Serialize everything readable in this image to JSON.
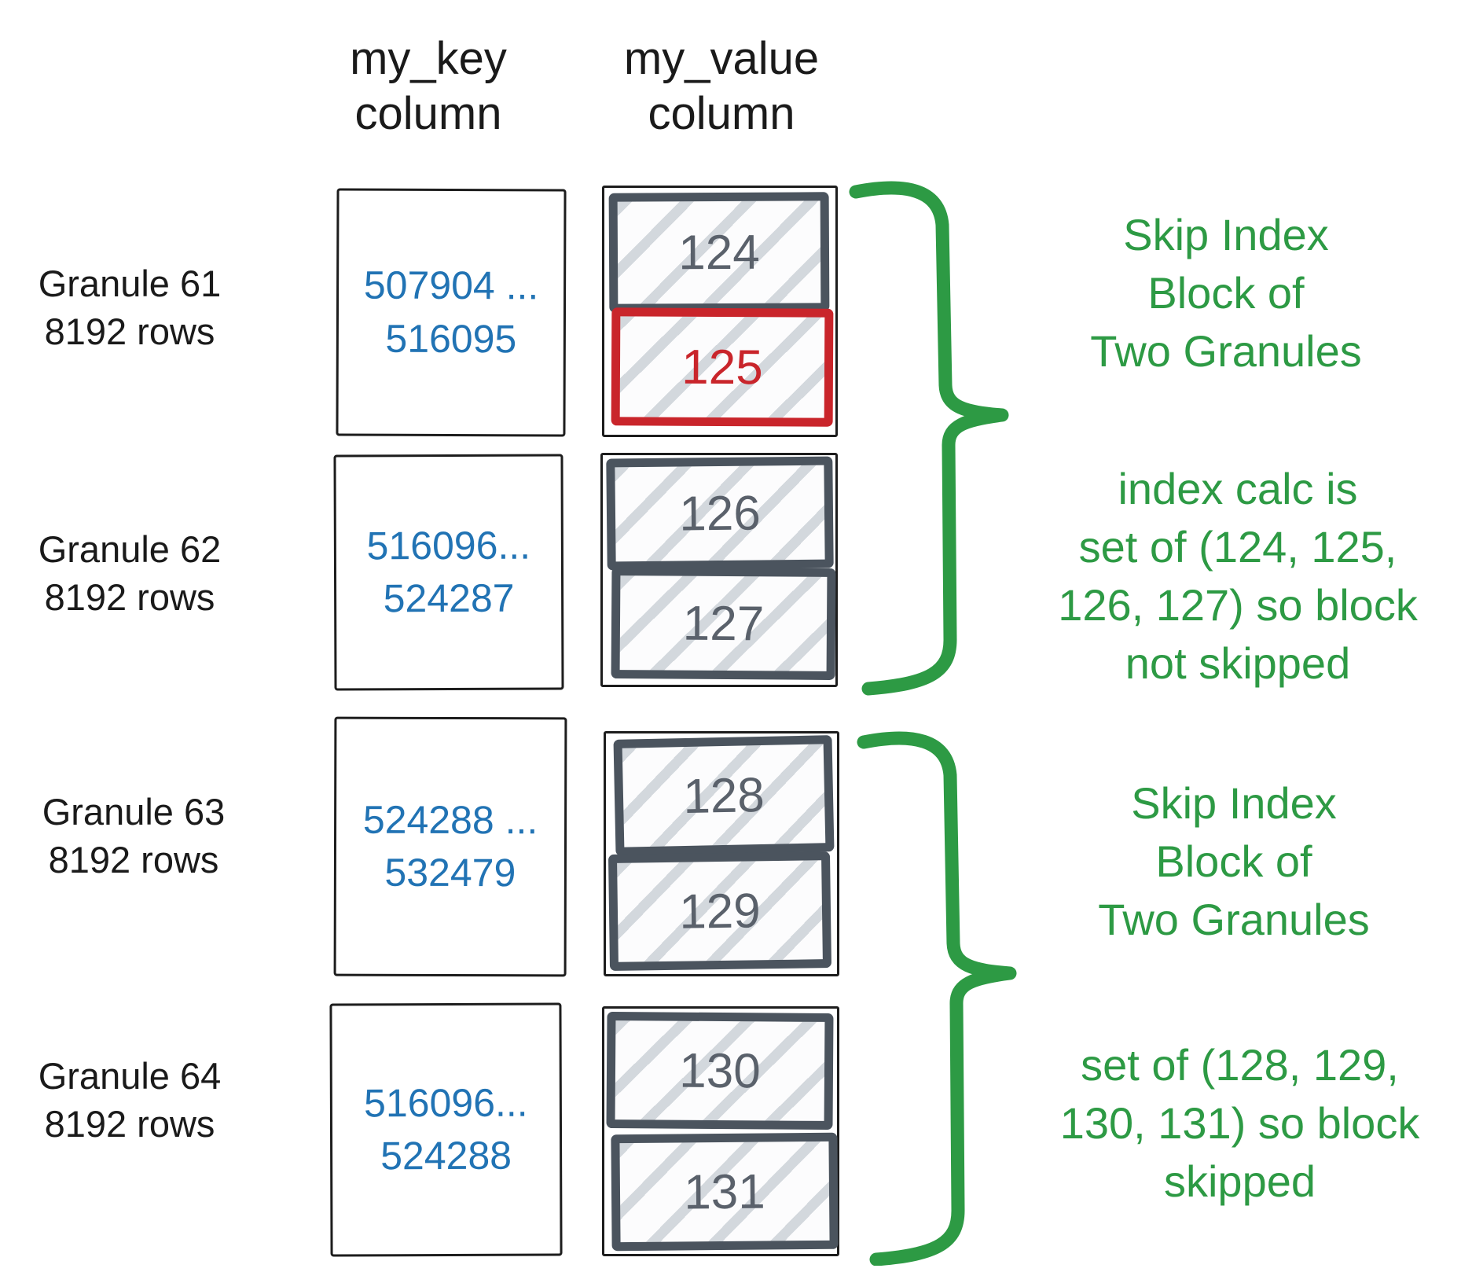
{
  "headers": {
    "key_column": "my_key\ncolumn",
    "value_column": "my_value\ncolumn"
  },
  "granules": [
    {
      "label": "Granule 61",
      "rows": "8192 rows",
      "key_range": "507904 ...\n516095",
      "blocks": [
        {
          "value": "124"
        },
        {
          "value": "125"
        }
      ]
    },
    {
      "label": "Granule 62",
      "rows": "8192 rows",
      "key_range": "516096...\n524287",
      "blocks": [
        {
          "value": "126"
        },
        {
          "value": "127"
        }
      ]
    },
    {
      "label": "Granule 63",
      "rows": "8192 rows",
      "key_range": "524288 ...\n532479",
      "blocks": [
        {
          "value": "128"
        },
        {
          "value": "129"
        }
      ]
    },
    {
      "label": "Granule 64",
      "rows": "8192 rows",
      "key_range": "516096...\n524288",
      "blocks": [
        {
          "value": "130"
        },
        {
          "value": "131"
        }
      ]
    }
  ],
  "annotations": [
    {
      "text": "Skip Index\nBlock of\nTwo Granules"
    },
    {
      "text": "index calc is\nset of (124, 125,\n126, 127) so block\nnot skipped"
    },
    {
      "text": "Skip Index\nBlock of\nTwo Granules"
    },
    {
      "text": "set of (128, 129,\n130, 131) so block\nskipped"
    }
  ],
  "highlighted_value": "125",
  "colors": {
    "key_text_blue": "#2173b4",
    "value_border_slate": "#4b545e",
    "value_text_gray": "#5a616b",
    "highlight_red": "#c9252b",
    "annotation_green": "#2d9a44",
    "outline_black": "#1d1d1d"
  }
}
